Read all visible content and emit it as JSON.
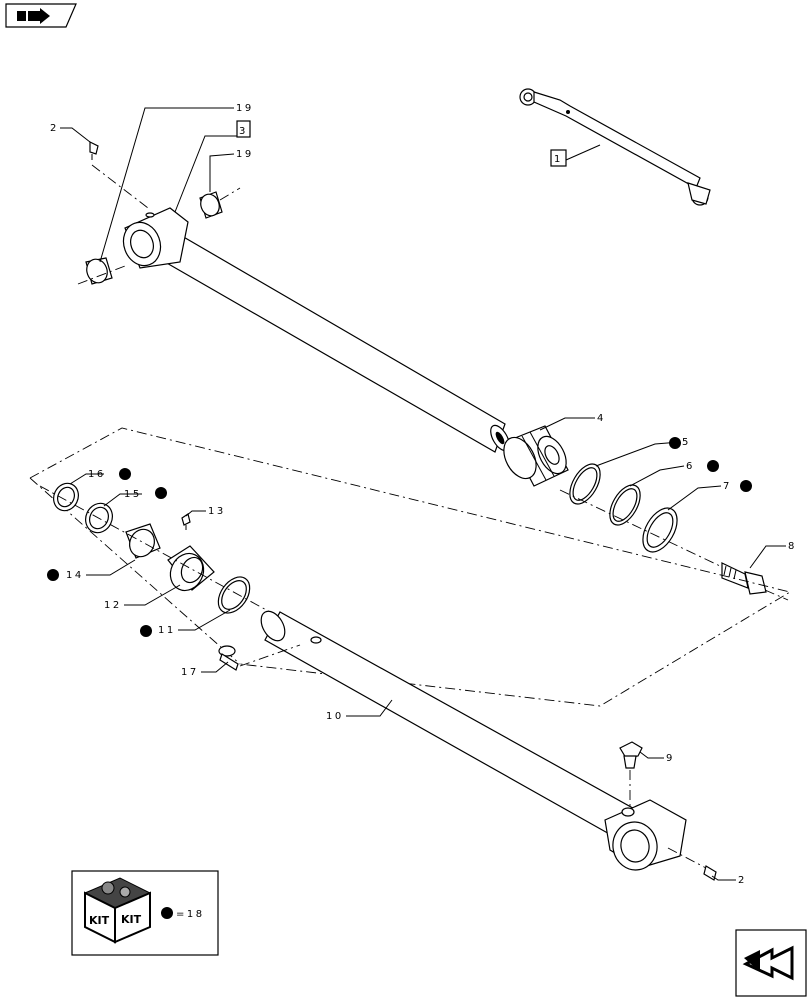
{
  "callouts": {
    "c1": "1",
    "c2a": "2",
    "c2b": "2",
    "c3": "3",
    "c4": "4",
    "c5": "5",
    "c6": "6",
    "c7": "7",
    "c8": "8",
    "c9": "9",
    "c10": "10",
    "c11": "11",
    "c12": "12",
    "c13": "13",
    "c14": "14",
    "c15": "15",
    "c16": "16",
    "c17": "17",
    "c19a": "19",
    "c19b": "19"
  },
  "kit": {
    "equals_text": "=18",
    "box_label_front": "KIT",
    "box_label_side": "KIT"
  },
  "icons": {
    "top_left": "previous-page-icon",
    "bottom_right": "next-page-icon"
  }
}
